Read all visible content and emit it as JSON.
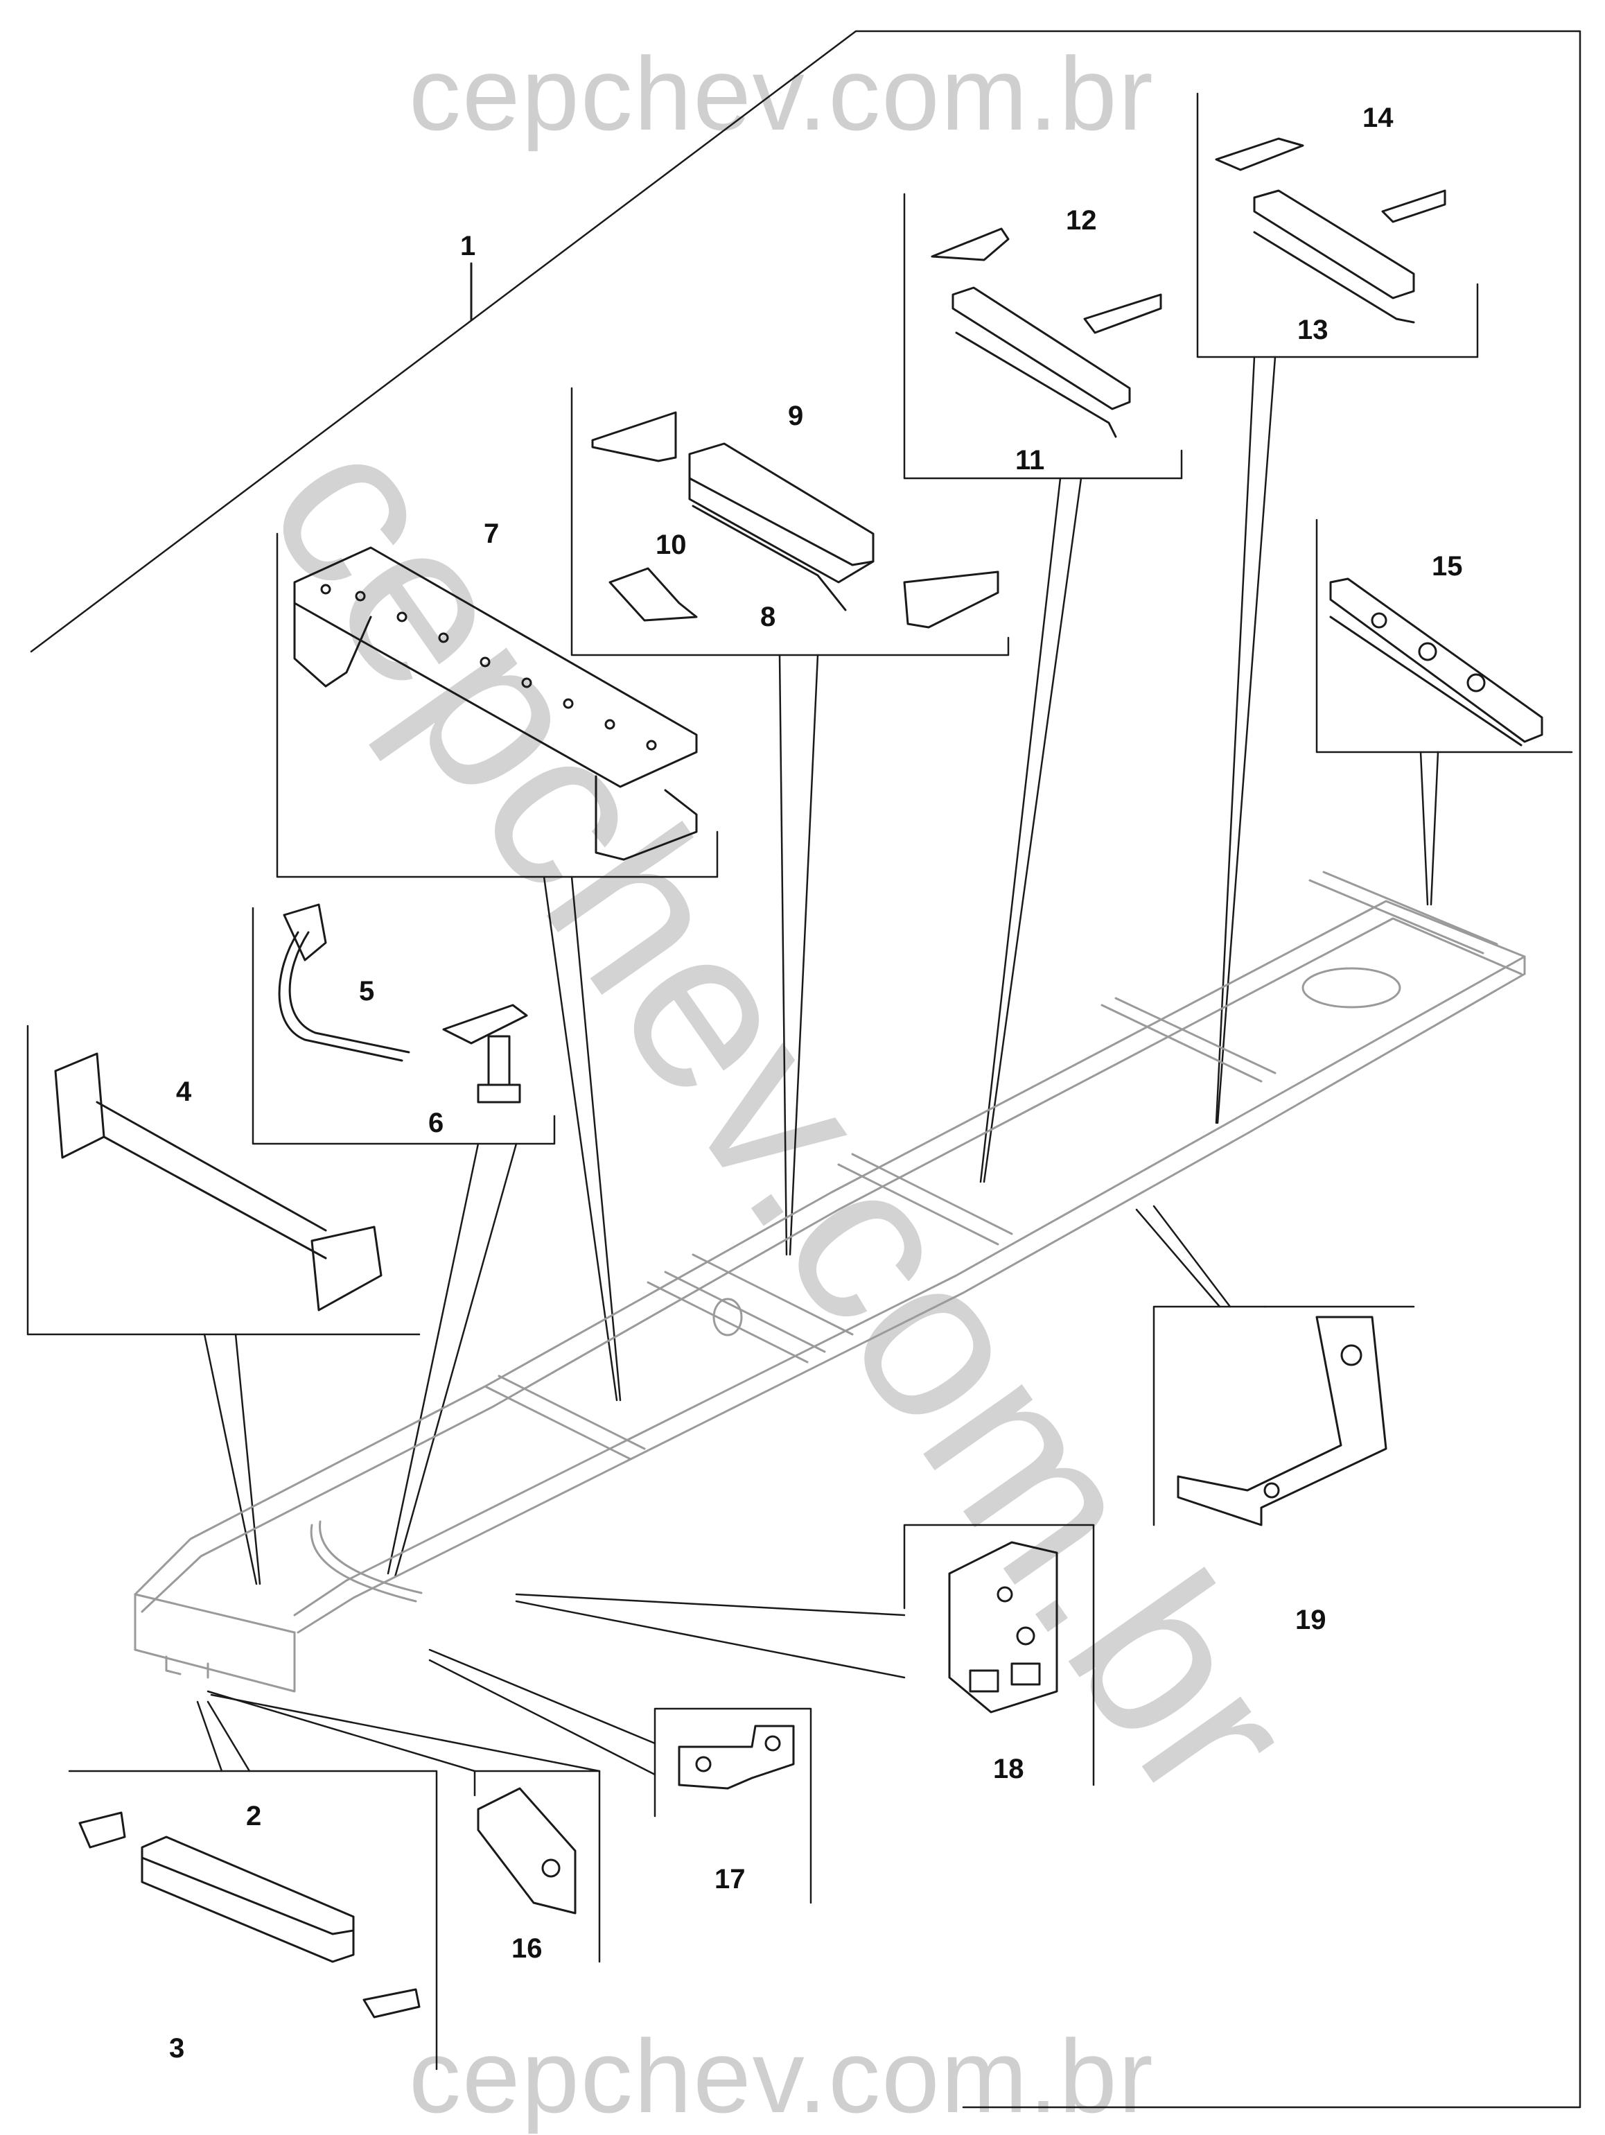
{
  "watermark": {
    "top": "cepchev.com.br",
    "bottom": "cepchev.com.br",
    "diagonal": "cepchev.com.br"
  },
  "callouts": {
    "c1": "1",
    "c2": "2",
    "c3": "3",
    "c4": "4",
    "c5": "5",
    "c6": "6",
    "c7": "7",
    "c8": "8",
    "c9": "9",
    "c10": "10",
    "c11": "11",
    "c12": "12",
    "c13": "13",
    "c14": "14",
    "c15": "15",
    "c16": "16",
    "c17": "17",
    "c18": "18",
    "c19": "19"
  }
}
